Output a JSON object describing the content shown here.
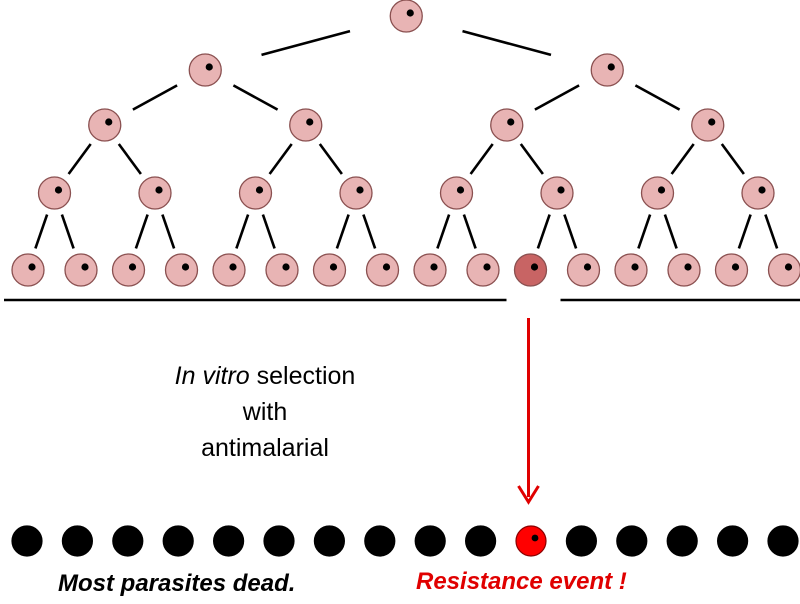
{
  "selection": {
    "prefix_italic": "In vitro",
    "suffix": " selection",
    "line2": "with",
    "line3": "antimalarial"
  },
  "captions": {
    "dead": "Most parasites dead.",
    "resistance": "Resistance event !"
  },
  "tree": {
    "levels": 5,
    "leaf_count": 16,
    "mutant_leaf_index": 10
  },
  "outcome": {
    "count": 16,
    "survivor_index": 10
  },
  "colors": {
    "cell_fill": "#e8b4b4",
    "cell_stroke": "#8a5050",
    "nucleus": "#000000",
    "mutant_fill": "#c86464",
    "dead_fill": "#000000",
    "survivor_fill": "#ff0000",
    "arrow": "#e00000",
    "line": "#000000",
    "caption_dead": "#000000",
    "caption_resistance": "#e00000"
  }
}
